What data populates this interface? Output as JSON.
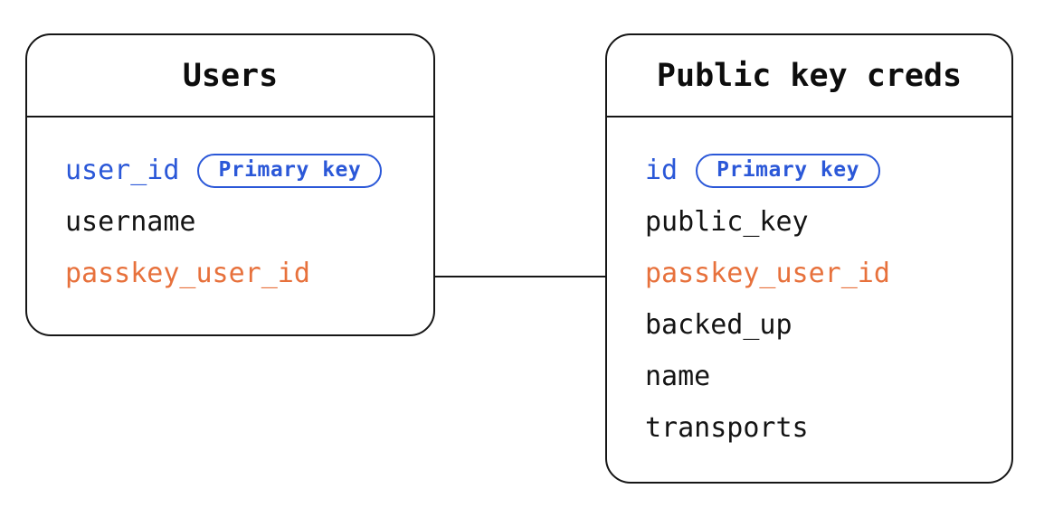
{
  "diagram": {
    "colors": {
      "accent_blue": "#2b58d8",
      "accent_orange": "#e7713c",
      "line_black": "#161616",
      "background": "#ffffff"
    },
    "tables": [
      {
        "title": "Users",
        "fields": [
          {
            "name": "user_id",
            "color": "blue",
            "badge": "Primary key"
          },
          {
            "name": "username",
            "color": "black"
          },
          {
            "name": "passkey_user_id",
            "color": "orange"
          }
        ]
      },
      {
        "title": "Public key creds",
        "fields": [
          {
            "name": "id",
            "color": "blue",
            "badge": "Primary key"
          },
          {
            "name": "public_key",
            "color": "black"
          },
          {
            "name": "passkey_user_id",
            "color": "orange"
          },
          {
            "name": "backed_up",
            "color": "black"
          },
          {
            "name": "name",
            "color": "black"
          },
          {
            "name": "transports",
            "color": "black"
          }
        ]
      }
    ],
    "relationship": {
      "from_table": "Users",
      "from_field": "passkey_user_id",
      "to_table": "Public key creds",
      "to_field": "passkey_user_id"
    }
  }
}
